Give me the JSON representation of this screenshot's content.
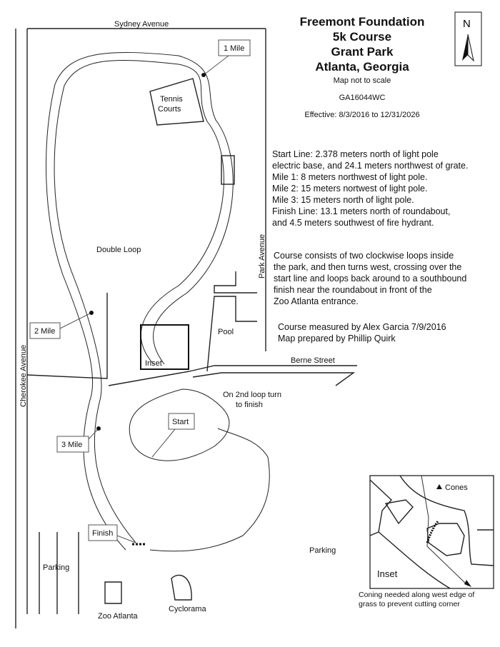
{
  "header": {
    "title_lines": [
      "Freemont Foundation",
      "5k Course",
      "Grant Park",
      "Atlanta, Georgia"
    ],
    "scale_note": "Map not to scale",
    "course_id": "GA16044WC",
    "effective": "Effective: 8/3/2016 to 12/31/2026",
    "north": "N"
  },
  "notes": [
    "Start Line: 2.378 meters north of light pole",
    "electric base, and 24.1 meters northwest of grate.",
    "Mile 1: 8 meters northwest of light pole.",
    "Mile 2: 15 meters nortwest of light pole.",
    "Mile 3: 15 meters north of light pole.",
    "Finish Line: 13.1 meters north of roundabout,",
    "and 4.5 meters southwest of fire hydrant."
  ],
  "description": [
    "Course consists of two clockwise loops inside",
    "the park, and then turns west, crossing over the",
    "start line and loops back around to a southbound",
    "finish near the roundabout in front of the",
    "Zoo Atlanta entrance."
  ],
  "credits": [
    "Course measured by Alex Garcia 7/9/2016",
    "Map prepared by Phillip Quirk"
  ],
  "map": {
    "streets": {
      "sydney": "Sydney Avenue",
      "park": "Park Avenue",
      "berne": "Berne Street",
      "cherokee": "Cherokee Avenue"
    },
    "places": {
      "tennis1": "Tennis",
      "tennis2": "Courts",
      "double_loop": "Double Loop",
      "pool": "Pool",
      "parking_w": "Parking",
      "parking_e": "Parking",
      "zoo": "Zoo Atlanta",
      "cyclorama": "Cyclorama",
      "inset": "Inset"
    },
    "markers": {
      "mile1": "1 Mile",
      "mile2": "2 Mile",
      "mile3": "3 Mile",
      "start": "Start",
      "finish": "Finish"
    },
    "turn_note": [
      "On 2nd loop turn",
      "to finish"
    ]
  },
  "inset": {
    "legend": "Cones",
    "label": "Inset",
    "caption": [
      "Coning needed along west edge of",
      "grass to prevent cutting corner"
    ]
  }
}
